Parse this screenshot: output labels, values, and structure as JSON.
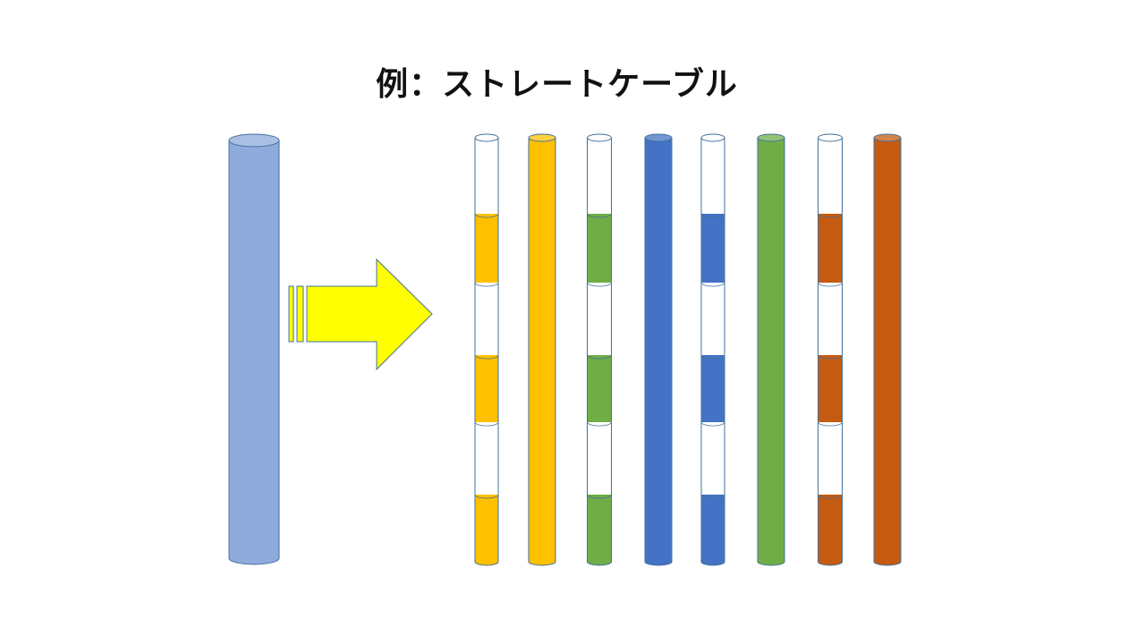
{
  "slide": {
    "title": "例：ストレートケーブル"
  },
  "colors": {
    "cable": "#8FAADC",
    "arrow": "#FFFF00",
    "orange": "#FFC000",
    "green": "#70AD47",
    "blue": "#4472C4",
    "brown": "#C55A11",
    "white": "#FFFFFF",
    "outline": "#41719C"
  },
  "icons": {
    "cable": "cable-icon",
    "arrow": "arrow-right-icon"
  },
  "wires": [
    {
      "name": "orange-white",
      "base": "orange",
      "striped": true
    },
    {
      "name": "orange",
      "base": "orange",
      "striped": false
    },
    {
      "name": "green-white",
      "base": "green",
      "striped": true
    },
    {
      "name": "blue",
      "base": "blue",
      "striped": false
    },
    {
      "name": "blue-white",
      "base": "blue",
      "striped": true
    },
    {
      "name": "green",
      "base": "green",
      "striped": false
    },
    {
      "name": "brown-white",
      "base": "brown",
      "striped": true
    },
    {
      "name": "brown",
      "base": "brown",
      "striped": false
    }
  ]
}
